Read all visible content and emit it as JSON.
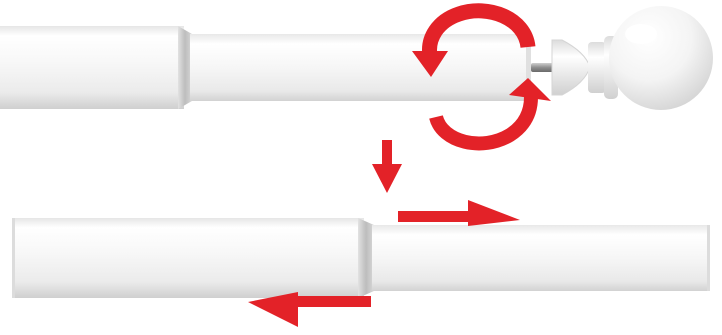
{
  "diagram": {
    "steps": [
      {
        "action": "twist",
        "arrows": [
          "counter-clockwise-arrow",
          "clockwise-arrow"
        ],
        "target": "finial"
      },
      {
        "action": "extend",
        "arrows": [
          "extend-right-arrow",
          "extend-left-arrow"
        ],
        "target": "rod"
      }
    ],
    "colors": {
      "rod": "#f4f4f4",
      "rod_shadow": "#c9c9c9",
      "arrow": "#e32228",
      "finial": "#f7f7f7",
      "screw": "#9a9a9a"
    }
  }
}
